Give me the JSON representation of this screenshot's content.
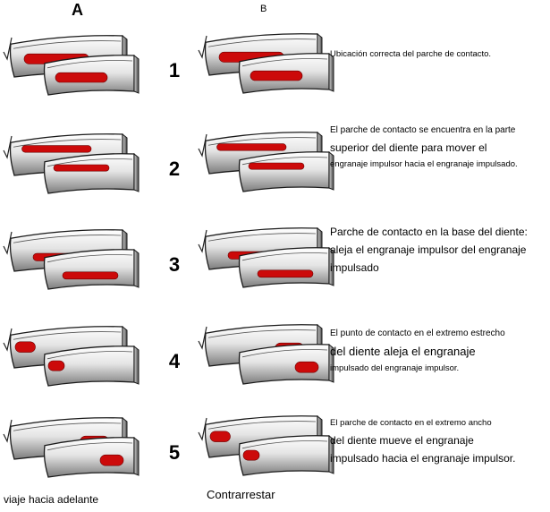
{
  "column_a_label": "A",
  "column_b_label": "B",
  "footer_a": "viaje hacia adelante",
  "footer_b": "Contrarrestar",
  "colors": {
    "contact": "#cc0a0a",
    "gear_light": "#f2f2f2",
    "gear_dark": "#8a8a8a"
  },
  "rows": [
    {
      "number": "1",
      "lines": [
        "Ubicación correcta del parche de contacto."
      ],
      "patch_a": "center",
      "patch_b": "center"
    },
    {
      "number": "2",
      "lines": [
        "El parche de contacto se encuentra en la parte",
        "superior del diente para mover el",
        "engranaje impulsor hacia el engranaje impulsado."
      ],
      "patch_a": "top",
      "patch_b": "top"
    },
    {
      "number": "3",
      "lines": [
        "Parche de contacto en la base del diente:",
        "aleja el engranaje impulsor del engranaje",
        "impulsado"
      ],
      "patch_a": "bottom",
      "patch_b": "bottom"
    },
    {
      "number": "4",
      "lines": [
        "El punto de contacto en el extremo estrecho",
        "del diente aleja el engranaje",
        "impulsado del engranaje impulsor."
      ],
      "patch_a": "toe",
      "patch_b": "heel"
    },
    {
      "number": "5",
      "lines": [
        "El parche de contacto en el extremo ancho",
        "del diente mueve el engranaje",
        "impulsado hacia el engranaje impulsor."
      ],
      "patch_a": "heel",
      "patch_b": "toe"
    }
  ]
}
